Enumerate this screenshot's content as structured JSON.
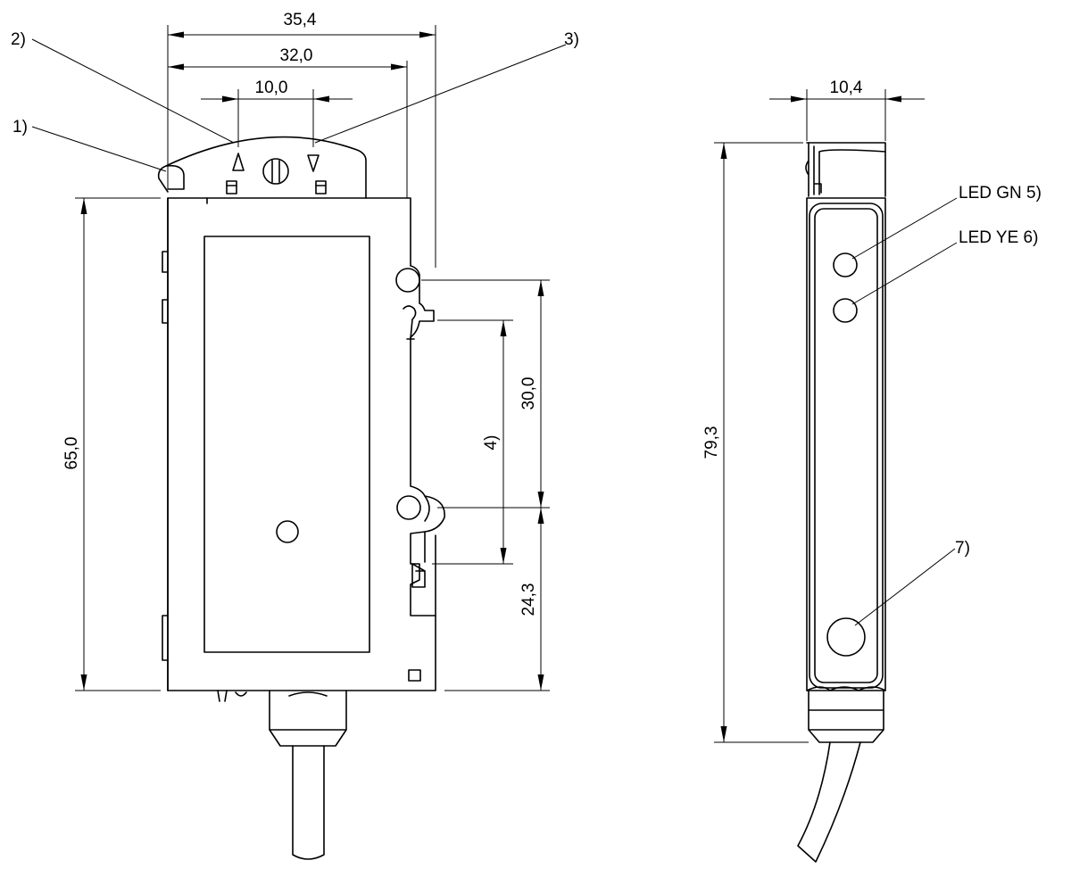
{
  "dimensions": {
    "width_total": "35,4",
    "width_inner": "32,0",
    "hole_spacing_top": "10,0",
    "height_body": "65,0",
    "mount_spacing": "30,0",
    "mount_bottom": "24,3",
    "side_width": "10,4",
    "side_height": "79,3"
  },
  "callouts": {
    "c1": "1)",
    "c2": "2)",
    "c3": "3)",
    "c4": "4)",
    "c7": "7)",
    "led_green": "LED GN 5)",
    "led_yellow": "LED YE 6)"
  },
  "icons": {
    "up_arrow": "up-triangle-icon",
    "down_arrow": "down-triangle-icon",
    "potentiometer": "potentiometer-icon"
  }
}
